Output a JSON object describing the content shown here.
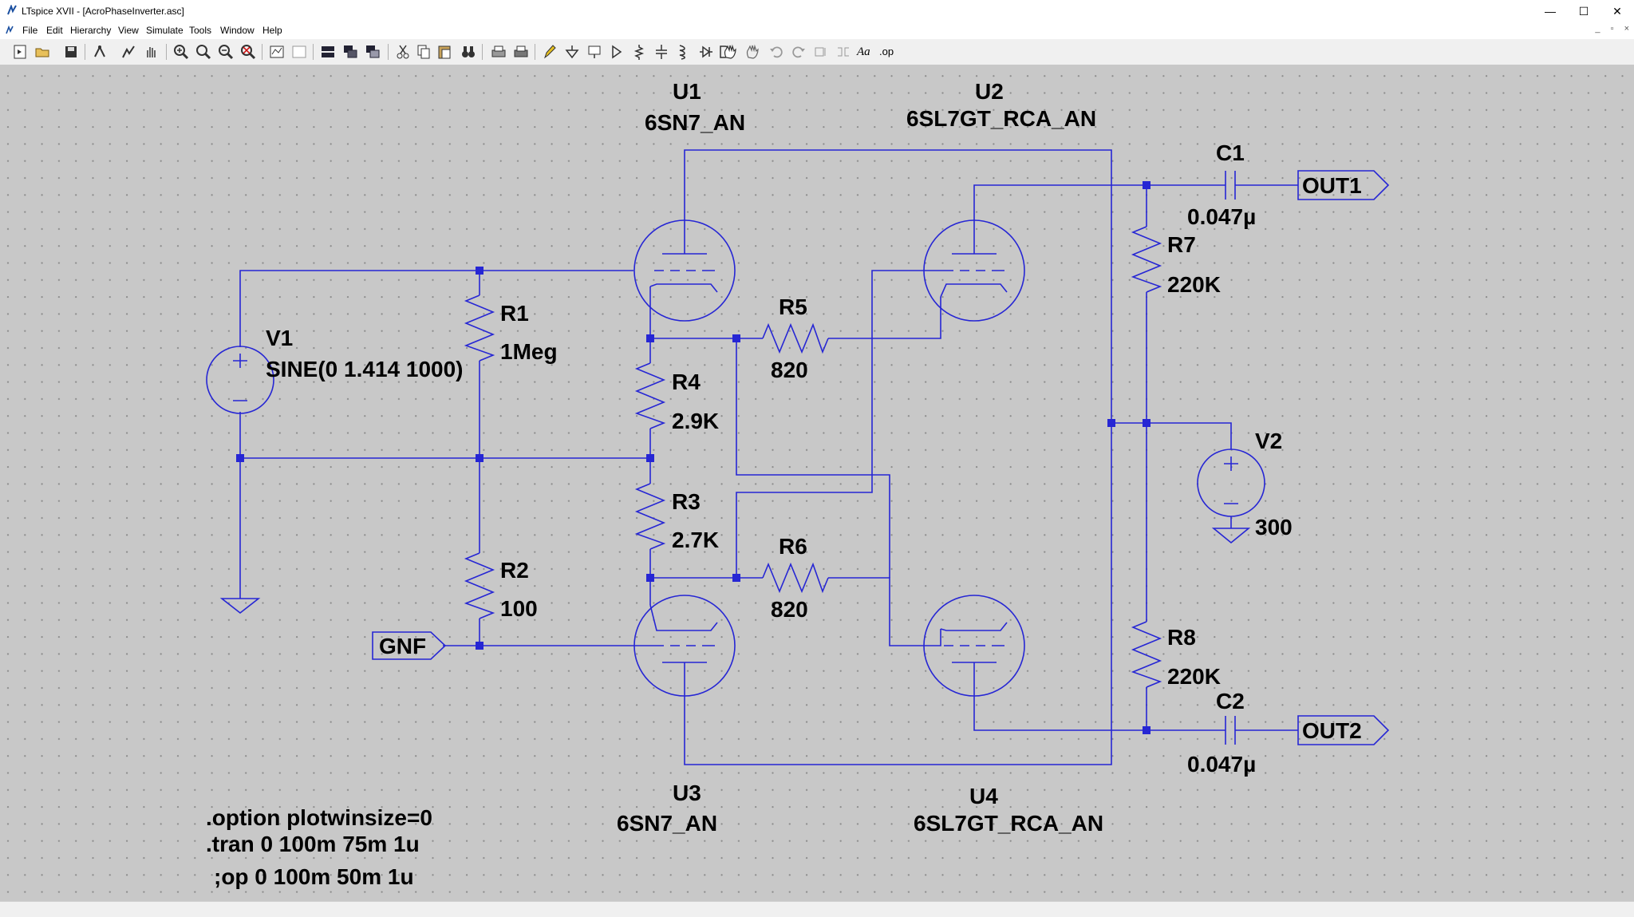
{
  "window": {
    "title": "LTspice XVII - [AcroPhaseInverter.asc]",
    "controls": {
      "minimize": "—",
      "maximize": "☐",
      "close": "✕"
    }
  },
  "menu": [
    "File",
    "Edit",
    "Hierarchy",
    "View",
    "Simulate",
    "Tools",
    "Window",
    "Help"
  ],
  "mdi_controls": {
    "minimize": "_",
    "restore": "▫",
    "close": "×"
  },
  "toolbar": {
    "icons": [
      "new-schematic",
      "open",
      "save",
      "control-panel",
      "run",
      "halt",
      "zoom-in",
      "pan",
      "zoom-out",
      "zoom-fit",
      "cancel-zoom",
      "autorange",
      "tile",
      "cascade",
      "window-list",
      "cut",
      "copy",
      "paste",
      "find",
      "print-setup",
      "print",
      "draw-wire",
      "ground",
      "label-net",
      "component",
      "resistor",
      "capacitor",
      "inductor",
      "diode",
      "gate",
      "move",
      "drag",
      "undo",
      "redo",
      "rotate",
      "mirror",
      "text",
      "spice-directive"
    ],
    "text_label": "Aa",
    "op_label": ".op"
  },
  "schematic": {
    "wire_color": "#2626d4",
    "components": {
      "U1": {
        "ref": "U1",
        "value": "6SN7_AN"
      },
      "U2": {
        "ref": "U2",
        "value": "6SL7GT_RCA_AN"
      },
      "U3": {
        "ref": "U3",
        "value": "6SN7_AN"
      },
      "U4": {
        "ref": "U4",
        "value": "6SL7GT_RCA_AN"
      },
      "V1": {
        "ref": "V1",
        "value": "SINE(0 1.414 1000)"
      },
      "V2": {
        "ref": "V2",
        "value": "300"
      },
      "R1": {
        "ref": "R1",
        "value": "1Meg"
      },
      "R2": {
        "ref": "R2",
        "value": "100"
      },
      "R3": {
        "ref": "R3",
        "value": "2.7K"
      },
      "R4": {
        "ref": "R4",
        "value": "2.9K"
      },
      "R5": {
        "ref": "R5",
        "value": "820"
      },
      "R6": {
        "ref": "R6",
        "value": "820"
      },
      "R7": {
        "ref": "R7",
        "value": "220K"
      },
      "R8": {
        "ref": "R8",
        "value": "220K"
      },
      "C1": {
        "ref": "C1",
        "value": "0.047µ"
      },
      "C2": {
        "ref": "C2",
        "value": "0.047µ"
      }
    },
    "net_labels": {
      "out1": "OUT1",
      "out2": "OUT2",
      "gnf": "GNF"
    },
    "directives": {
      "option": ".option plotwinsize=0",
      "tran": ".tran 0 100m 75m 1u",
      "op": ";op 0 100m 50m 1u"
    }
  }
}
